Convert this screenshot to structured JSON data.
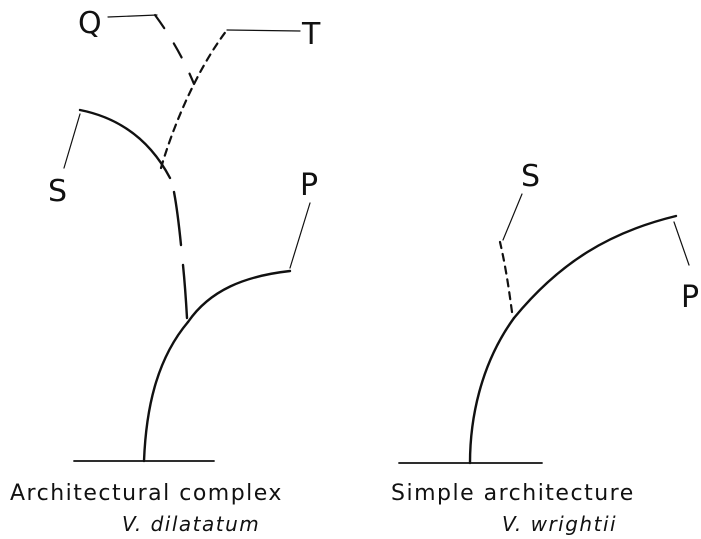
{
  "left_panel": {
    "caption": "Architectural complex",
    "species": "V. dilatatum",
    "labels": {
      "q": "Q",
      "t": "T",
      "s": "S",
      "p": "P"
    }
  },
  "right_panel": {
    "caption": "Simple architecture",
    "species": "V. wrightii",
    "labels": {
      "s": "S",
      "p": "P"
    }
  },
  "colors": {
    "ink": "#111111",
    "background": "#ffffff"
  }
}
